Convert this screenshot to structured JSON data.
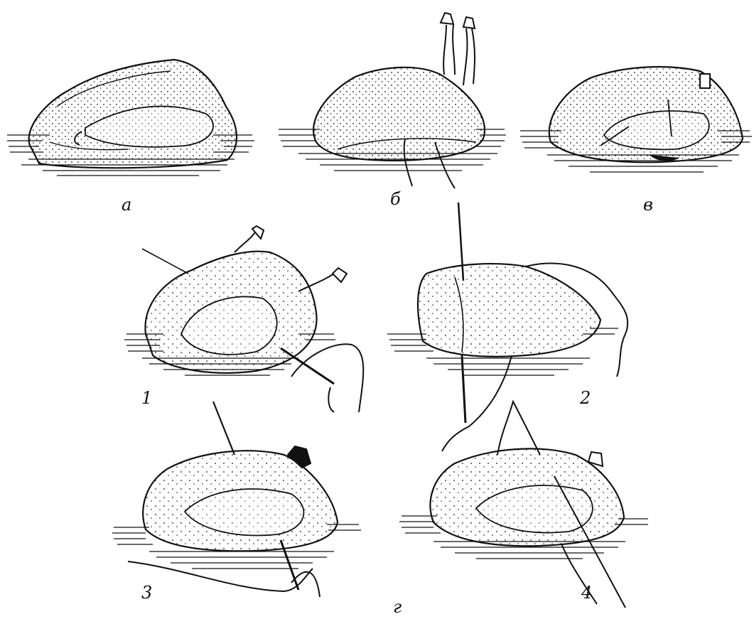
{
  "labels": {
    "a": "а",
    "b": "б",
    "v": "в",
    "g": "г",
    "step1": "1",
    "step2": "2",
    "step3": "3",
    "step4": "4"
  },
  "colors": {
    "ink": "#111111",
    "paper": "#ffffff"
  }
}
